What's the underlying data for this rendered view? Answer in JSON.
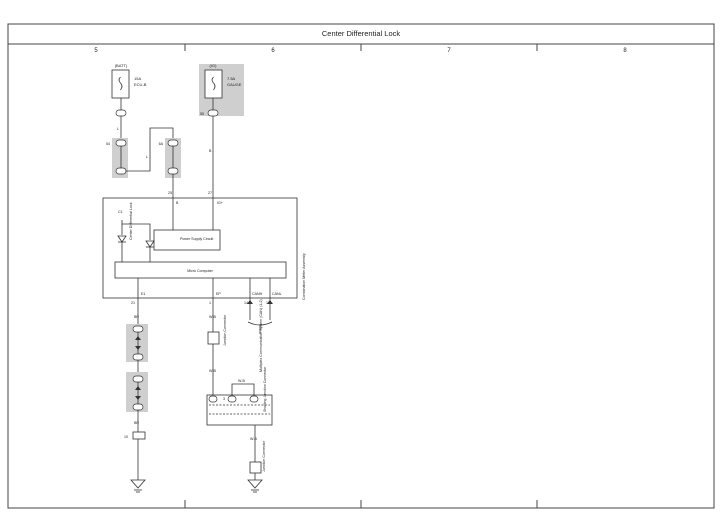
{
  "title": "Center Differential Lock",
  "columns": [
    "5",
    "6",
    "7",
    "8"
  ],
  "fuses": {
    "batt": {
      "source": "(BATT)",
      "rating": "15A",
      "name": "ECU-B"
    },
    "ig": {
      "source": "(IG)",
      "rating": "7.5A",
      "name": "GAUGE"
    }
  },
  "meter": {
    "label": "C1",
    "name": "Combination Meter Assembly",
    "power_supply": "Power Supply Circuit",
    "micro_computer": "Micro Computer",
    "indicator": "Center Differential Lock",
    "pin_top_left": "B",
    "pin_top_right": "IG+",
    "pin_e": "E1",
    "pin_ep": "EP",
    "pin_canh": "CANH",
    "pin_canl": "CANL",
    "num_b": "25",
    "num_ig": "27",
    "num_e1": "21",
    "num_ep": "1",
    "num_ch": "14",
    "num_cl": "13"
  },
  "connectors": {
    "j_top": "Junction Connector",
    "j_mid": "Junction Connector",
    "j_bot": "Junction Connector",
    "multiplex": "Multiplex Communication System (CAN) (1-2)",
    "shorting": "Shorting Junction Connector"
  },
  "wires": {
    "w1": "L",
    "w2": "L",
    "w3": "B",
    "w_br1": "BR",
    "w_br2": "BR",
    "w_wb1": "W-B",
    "w_wb2": "W-B",
    "w_wb3": "W-B",
    "w_wb4": "W-B"
  },
  "pin_nums": {
    "p1": "1",
    "p2": "54",
    "p3": "6A",
    "p4": "10",
    "p5": "55",
    "p6": "3",
    "p7": "2",
    "p8": "4"
  }
}
